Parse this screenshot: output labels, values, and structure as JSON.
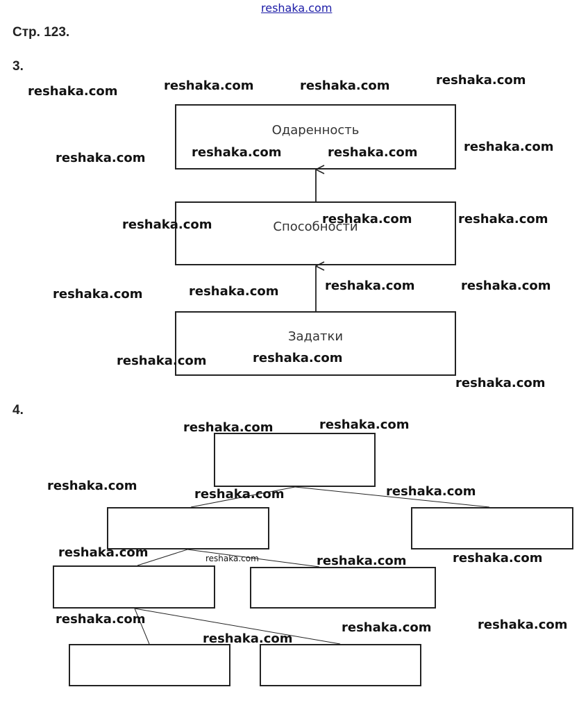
{
  "header": {
    "link": "reshaka.com",
    "page_title": "Стр. 123."
  },
  "task3": {
    "number": "3.",
    "boxes": [
      "Одаренность",
      "Способности",
      "Задатки"
    ]
  },
  "task4": {
    "number": "4."
  },
  "watermark": "reshaka.com"
}
